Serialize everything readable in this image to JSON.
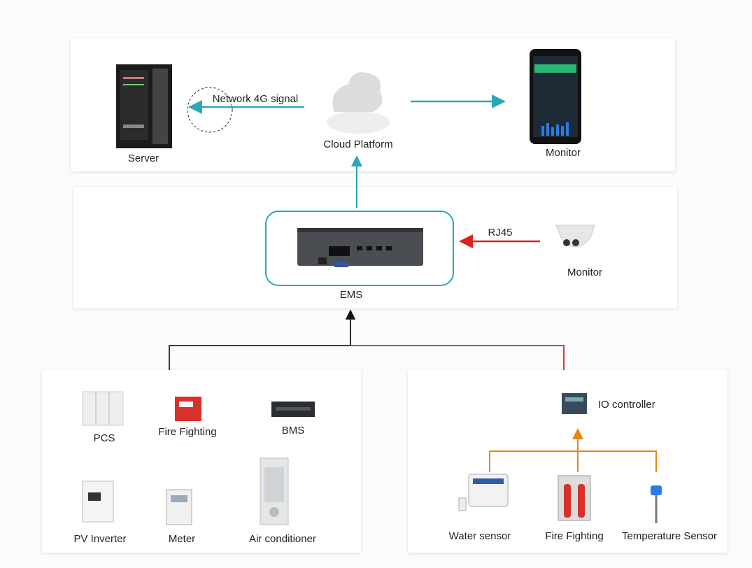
{
  "cloud_layer": {
    "server_label": "Server",
    "network_label": "Network 4G signal",
    "cloud_label": "Cloud Platform",
    "monitor_label": "Monitor"
  },
  "ems_layer": {
    "ems_label": "EMS",
    "rj45_label": "RJ45",
    "camera_label": "Monitor"
  },
  "devices": {
    "items": [
      "PCS",
      "Fire Fighting",
      "BMS",
      "PV Inverter",
      "Meter",
      "Air conditioner"
    ]
  },
  "io_group": {
    "controller_label": "IO controller",
    "sensors": [
      "Water sensor",
      "Fire Fighting",
      "Temperature Sensor"
    ]
  },
  "colors": {
    "teal": "#2aa8b8",
    "red": "#d9221c",
    "orange": "#e8870e",
    "black": "#222222"
  }
}
